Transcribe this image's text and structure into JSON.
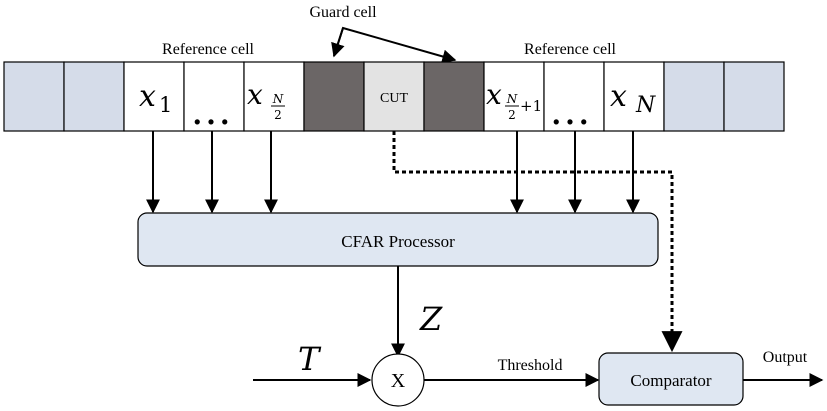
{
  "labels": {
    "guard_cell": "Guard cell",
    "reference_cell_left": "Reference cell",
    "reference_cell_right": "Reference cell",
    "cut": "CUT",
    "cfar_processor": "CFAR Processor",
    "multiplier": "X",
    "z": "Z",
    "t": "T",
    "threshold": "Threshold",
    "comparator": "Comparator",
    "output": "Output"
  },
  "cells": {
    "x1_base": "x",
    "x1_sub": "1",
    "ellipsis": "...",
    "xhalf_base": "x",
    "xhalf_num": "N",
    "xhalf_den": "2",
    "xhalf1_base": "x",
    "xhalf1_num": "N",
    "xhalf1_den": "2",
    "xhalf1_plus": "+1",
    "xn_base": "x",
    "xn_sub": "N"
  },
  "colors": {
    "empty_cell": "#d5dce9",
    "reference_cell": "#ffffff",
    "guard_cell": "#6b6666",
    "cut_cell": "#e3e3e3",
    "processor_fill": "#dfe7f2",
    "stroke": "#000000"
  }
}
